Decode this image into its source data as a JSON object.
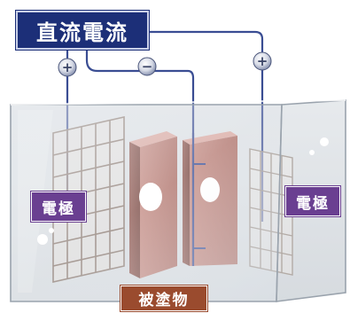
{
  "power_supply": {
    "label": "直流電流"
  },
  "terminals": {
    "left_sign": "+",
    "middle_sign": "−",
    "right_sign": "+"
  },
  "electrodes": {
    "left_label": "電極",
    "right_label": "電極"
  },
  "coated_object": {
    "label": "被塗物"
  },
  "colors": {
    "power_label_bg": "#1c2f78",
    "electrode_label_bg": "#6a3f91",
    "object_label_bg": "#9a4b2e",
    "wire": "#3a4d93",
    "object_face": "#b67a72"
  }
}
